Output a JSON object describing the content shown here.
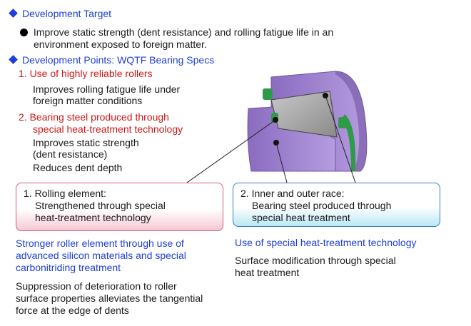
{
  "development_target": {
    "heading": "Development Target",
    "bullet_line1": "Improve static strength (dent resistance) and rolling fatigue life in an",
    "bullet_line2": "environment exposed to foreign matter."
  },
  "development_points": {
    "heading": "Development Points: WQTF Bearing Specs",
    "items": [
      {
        "title_line1": "1.  Use of highly reliable rollers",
        "desc_line1": "Improves rolling fatigue life under",
        "desc_line2": "foreign matter conditions"
      },
      {
        "title_line1": "2.  Bearing steel produced through",
        "title_line2": "special heat-treatment technology",
        "desc_line1": "Improves static strength",
        "desc_line2": "(dent resistance)",
        "desc_line3": "Reduces dent depth"
      }
    ]
  },
  "boxes": {
    "rolling": {
      "line1": "1.  Rolling element:",
      "line2": "Strengthened through special",
      "line3": "heat-treatment technology"
    },
    "race": {
      "line1": "2.  Inner and outer race:",
      "line2": "Bearing steel produced through",
      "line3": "special heat treatment"
    }
  },
  "left_notes": {
    "blue_line1": "Stronger roller element through use of",
    "blue_line2": "advanced silicon materials and special",
    "blue_line3": "carbonitriding treatment",
    "black_line1": "Suppression of deterioration to roller",
    "black_line2": "surface properties alleviates the tangential",
    "black_line3": "force at the edge of dents"
  },
  "right_notes": {
    "blue_line1": "Use of special heat-treatment technology",
    "black_line1": "Surface modification through special",
    "black_line2": "heat treatment"
  },
  "colors": {
    "heading_blue": "#1e3fd6",
    "point_red": "#d01818",
    "bearing_purple": "#9b7cc8",
    "roller_gray": "#9a9a9a",
    "seal_green": "#2f9a4a"
  }
}
